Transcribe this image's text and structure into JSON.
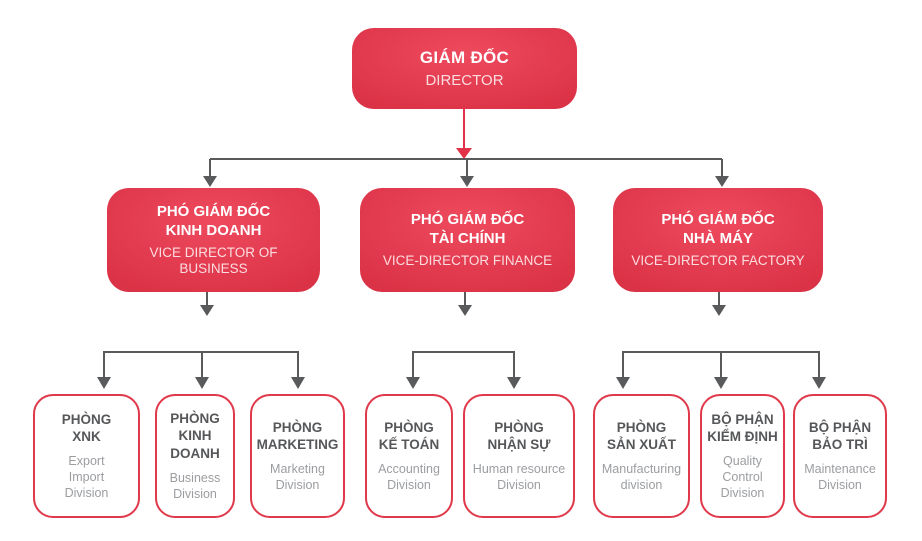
{
  "org": {
    "director": {
      "title": "GIÁM ĐỐC",
      "subtitle": "DIRECTOR"
    },
    "vice_directors": [
      {
        "title": "PHÓ GIÁM ĐỐC\nKINH DOANH",
        "subtitle": "VICE DIRECTOR OF BUSINESS"
      },
      {
        "title": "PHÓ GIÁM ĐỐC\nTÀI CHÍNH",
        "subtitle": "VICE-DIRECTOR FINANCE"
      },
      {
        "title": "PHÓ GIÁM ĐỐC\nNHÀ MÁY",
        "subtitle": "VICE-DIRECTOR FACTORY"
      }
    ],
    "departments": [
      {
        "title": "PHÒNG\nXNK",
        "subtitle": "Export\nImport\nDivision"
      },
      {
        "title": "PHÒNG\nKINH\nDOANH",
        "subtitle": "Business\nDivision"
      },
      {
        "title": "PHÒNG\nMARKETING",
        "subtitle": "Marketing\nDivision"
      },
      {
        "title": "PHÒNG\nKẾ TOÁN",
        "subtitle": "Accounting\nDivision"
      },
      {
        "title": "PHÒNG\nNHẬN SỰ",
        "subtitle": "Human resource\nDivision"
      },
      {
        "title": "PHÒNG\nSẢN XUẤT",
        "subtitle": "Manufacturing\ndivision"
      },
      {
        "title": "BỘ PHẬN\nKIỂM ĐỊNH",
        "subtitle": "Quality\nControl\nDivision"
      },
      {
        "title": "BỘ PHẬN\nBẢO TRÌ",
        "subtitle": "Maintenance\nDivision"
      }
    ]
  },
  "colors": {
    "node_red": "#dc3347",
    "node_red_light": "#ee4a5e",
    "node_red_dark": "#cb2a3e",
    "dept_border_red": "#e0394b",
    "connector_gray": "#595a5c",
    "connector_red": "#e23247",
    "dept_title_gray": "#565759",
    "dept_subtitle_gray": "#9b9da0"
  }
}
